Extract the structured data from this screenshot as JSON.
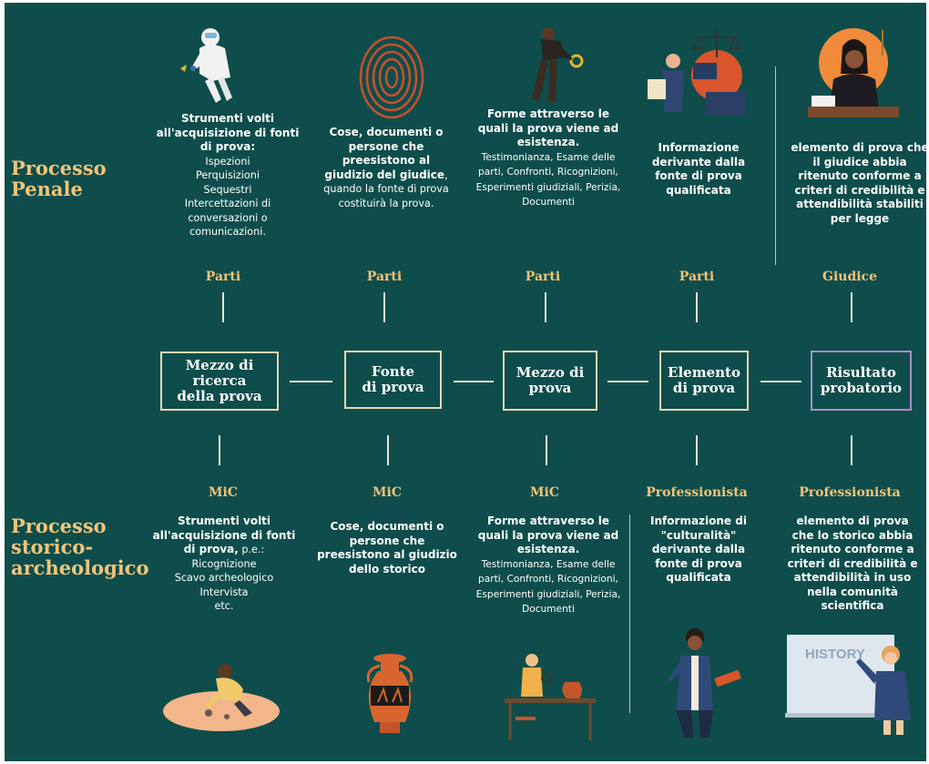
{
  "rows": {
    "penale": "Processo\nPenale",
    "storico": "Processo\nstorico-\narcheologico"
  },
  "stages": [
    {
      "box": "Mezzo di\nricerca\ndella prova",
      "top_role": "Parti",
      "bottom_role": "MiC",
      "top_desc": [
        {
          "t": "Strumenti volti all'acquisizione di fonti di prova:",
          "b": true
        },
        {
          "t": "Ispezioni"
        },
        {
          "t": "Perquisizioni"
        },
        {
          "t": "Sequestri"
        },
        {
          "t": "Intercettazioni di conversazioni o comunicazioni."
        }
      ],
      "bottom_desc": [
        {
          "t": "Strumenti volti all'acquisizione di fonti di prova,",
          "b": true
        },
        {
          "t": " p.e.:",
          "inline": true
        },
        {
          "t": "Ricognizione"
        },
        {
          "t": "Scavo archeologico"
        },
        {
          "t": "Intervista"
        },
        {
          "t": "etc."
        }
      ]
    },
    {
      "box": "Fonte\ndi prova",
      "top_role": "Parti",
      "bottom_role": "MiC",
      "top_desc": [
        {
          "t": "Cose, documenti o persone che preesistono al giudizio del giudice",
          "b": true
        },
        {
          "t": ", quando la fonte di prova costituirà la prova.",
          "inline": true
        }
      ],
      "bottom_desc": [
        {
          "t": "Cose, documenti o persone che preesistono al giudizio dello storico",
          "b": true
        }
      ]
    },
    {
      "box": "Mezzo di\nprova",
      "top_role": "Parti",
      "bottom_role": "MiC",
      "top_desc": [
        {
          "t": "Forme attraverso le quali la prova viene ad esistenza.",
          "b": true
        },
        {
          "t": "Testimonianza, Esame delle parti, Confronti, Ricognizioni, Esperimenti giudiziali, Perizia, Documenti",
          "n": true
        }
      ],
      "bottom_desc": [
        {
          "t": "Forme attraverso le quali la prova viene ad esistenza.",
          "b": true
        },
        {
          "t": "Testimonianza, Esame delle parti, Confronti, Ricognizioni, Esperimenti giudiziali, Perizia, Documenti",
          "n": true
        }
      ]
    },
    {
      "box": "Elemento\ndi prova",
      "top_role": "Parti",
      "bottom_role": "Professionista",
      "top_desc": [
        {
          "t": "Informazione derivante dalla fonte di prova qualificata",
          "b": true
        }
      ],
      "bottom_desc": [
        {
          "t": "Informazione di \"culturalità\" derivante dalla fonte di prova qualificata",
          "b": true
        }
      ]
    },
    {
      "box": "Risultato\nprobatorio",
      "top_role": "Giudice",
      "bottom_role": "Professionista",
      "top_desc": [
        {
          "t": "elemento di prova che il giudice abbia ritenuto conforme a criteri di credibilità e attendibilità stabiliti per legge",
          "b": true
        }
      ],
      "bottom_desc": [
        {
          "t": "elemento di prova che lo storico abbia ritenuto conforme a criteri di credibilità e attendibilità in uso nella comunità scientifica",
          "b": true
        }
      ]
    }
  ],
  "board_text": "HISTORY",
  "colors": {
    "background": "#0e4d4b",
    "gold": "#f1c47a",
    "line": "#e9e2d3",
    "box_border": "#e7d7b4",
    "last_box_border": "#a98ec6"
  }
}
